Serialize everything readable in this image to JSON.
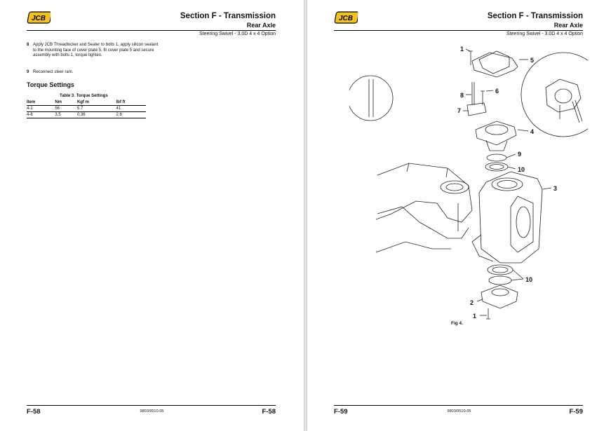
{
  "header": {
    "brand": "JCB",
    "section_title": "Section F - Transmission",
    "section_sub": "Rear Axle",
    "subsection": "Steering Swivel - 3.0D 4 x 4 Option"
  },
  "left_page": {
    "steps": [
      {
        "num": "8",
        "text": "Apply JCB Threadlocker and Sealer to bolts 1, apply silicon sealant to the mounting face of cover plate 5, fit cover plate 5 and secure assembly with bolts 1, torque tighten."
      },
      {
        "num": "9",
        "text": "Reconnect steer ram."
      }
    ],
    "torque_title": "Torque Settings",
    "table_caption": "Table 3. Torque Settings",
    "table": {
      "headers": [
        "Item",
        "Nm",
        "Kgf m",
        "lbf ft"
      ],
      "rows": [
        [
          "4-1",
          "56",
          "5.7",
          "41"
        ],
        [
          "4-6",
          "3.5",
          "0.36",
          "2.6"
        ]
      ]
    },
    "page_code": "F-58",
    "doc_number": "9803/9510-05"
  },
  "right_page": {
    "callouts": [
      "1",
      "5",
      "8",
      "6",
      "7",
      "4",
      "9",
      "10",
      "3",
      "10",
      "2",
      "1"
    ],
    "figure_caption": "Fig 4.",
    "page_code": "F-59",
    "doc_number": "9803/9510-05"
  }
}
